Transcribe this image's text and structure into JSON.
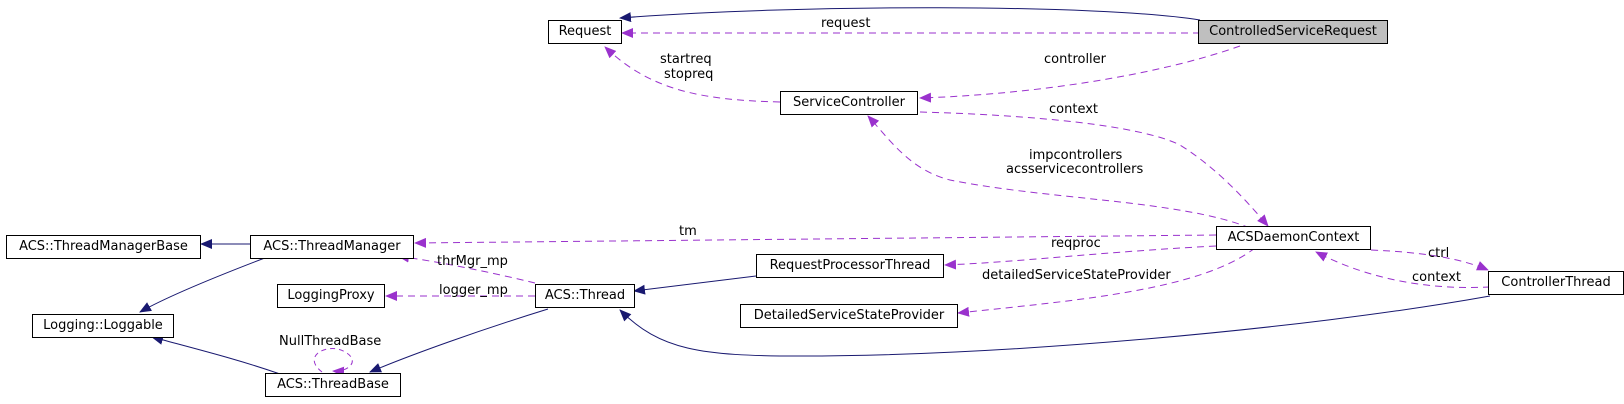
{
  "diagram": {
    "nodes": {
      "request": "Request",
      "controlled_service_request": "ControlledServiceRequest",
      "service_controller": "ServiceController",
      "acs_daemon_context": "ACSDaemonContext",
      "acs_thread_manager_base": "ACS::ThreadManagerBase",
      "acs_thread_manager": "ACS::ThreadManager",
      "request_processor_thread": "RequestProcessorThread",
      "logging_proxy": "LoggingProxy",
      "acs_thread": "ACS::Thread",
      "logging_loggable": "Logging::Loggable",
      "detailed_service_state_provider": "DetailedServiceStateProvider",
      "controller_thread": "ControllerThread",
      "acs_thread_base": "ACS::ThreadBase"
    },
    "edge_labels": {
      "request": "request",
      "startreq": "startreq",
      "stopreq": "stopreq",
      "controller": "controller",
      "context_sc": "context",
      "impcontrollers": "impcontrollers",
      "acsservicecontrollers": "acsservicecontrollers",
      "tm": "tm",
      "reqproc": "reqproc",
      "thrmgr_mp": "thrMgr_mp",
      "logger_mp": "logger_mp",
      "detailed_provider": "detailedServiceStateProvider",
      "ctrl": "ctrl",
      "context_ct": "context",
      "null_thread_base": "NullThreadBase"
    },
    "colors": {
      "inheritance": "#191970",
      "usage": "#9a32cd",
      "focus_fill": "#bfbfbf"
    }
  }
}
